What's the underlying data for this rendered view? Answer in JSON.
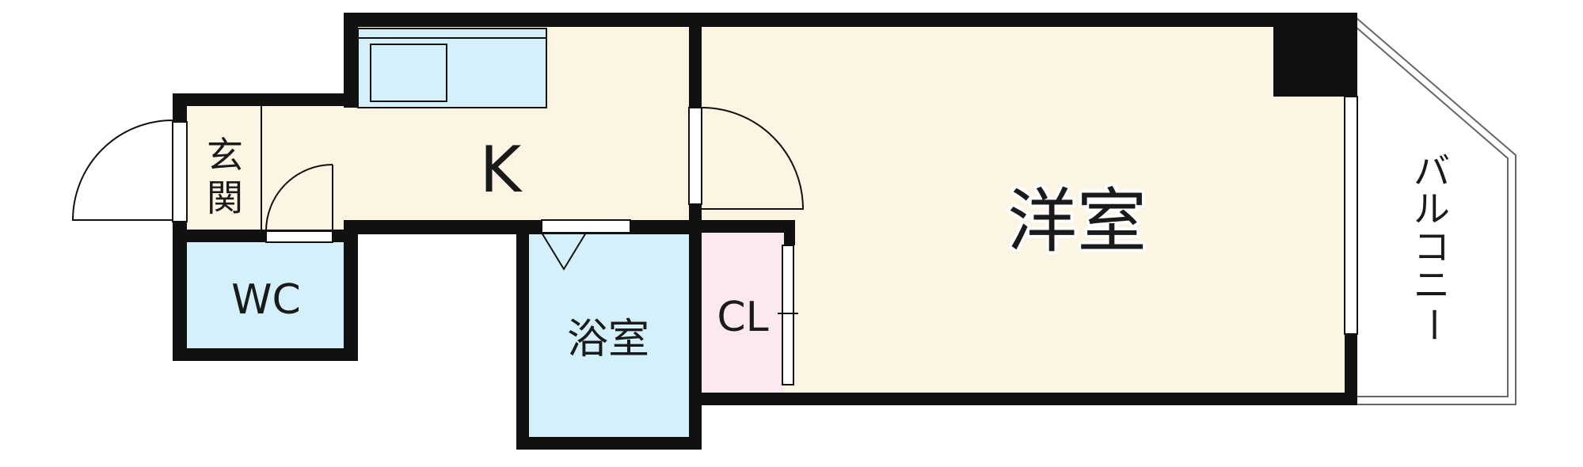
{
  "rooms": {
    "western_room": "洋室",
    "kitchen": "K",
    "entrance_top": "玄",
    "entrance_bottom": "関",
    "toilet": "WC",
    "bathroom": "浴室",
    "closet": "CL",
    "balcony_chars": [
      "バ",
      "ル",
      "コ",
      "ニ",
      "ー"
    ]
  },
  "colors": {
    "wall": "#111111",
    "floor_cream": "#fdf5e3",
    "wet_blue": "#d4f0fb",
    "closet_pink": "#fce8f0",
    "balcony_line": "#666666"
  }
}
